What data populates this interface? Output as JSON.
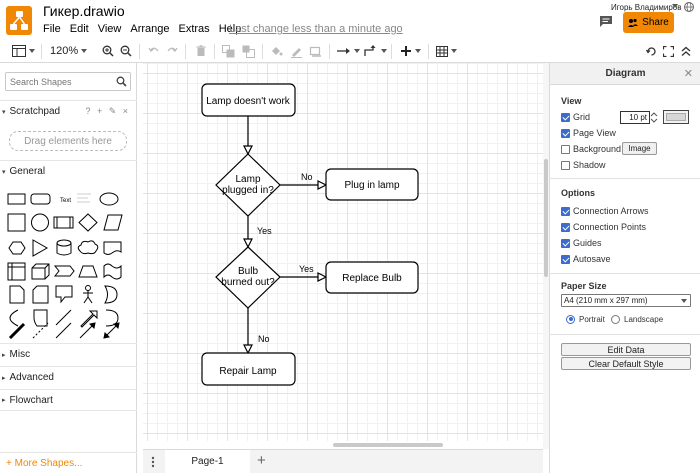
{
  "app": {
    "title": "Гикер.drawio",
    "last_change": "Last change less than a minute ago",
    "user_name": "Игорь Владимиров",
    "share_label": "Share",
    "brand_color": "#f08705"
  },
  "menu": [
    "File",
    "Edit",
    "View",
    "Arrange",
    "Extras",
    "Help"
  ],
  "toolbar": {
    "zoom": "120%",
    "icons": [
      "panel-layout-icon",
      "zoom-in-icon",
      "zoom-out-icon",
      "undo-icon",
      "redo-icon",
      "delete-icon",
      "to-front-icon",
      "to-back-icon",
      "fill-color-icon",
      "line-color-icon",
      "shadow-icon",
      "connection-icon",
      "waypoints-icon",
      "insert-icon",
      "table-icon",
      "reset-view-icon",
      "fullscreen-icon",
      "collapse-icon"
    ]
  },
  "sidebar": {
    "search_placeholder": "Search Shapes",
    "scratchpad_label": "Scratchpad",
    "scratchpad_tools": "? + ✎ ×",
    "drop_hint": "Drag elements here",
    "general_label": "General",
    "shape_text_label": "Text",
    "misc_label": "Misc",
    "advanced_label": "Advanced",
    "flowchart_label": "Flowchart",
    "more_shapes_label": "+ More Shapes..."
  },
  "diagram": {
    "nodes": {
      "lamp_doesnt_work": "Lamp doesn't work",
      "lamp_plugged_in_1": "Lamp",
      "lamp_plugged_in_2": "plugged in?",
      "plug_in_lamp": "Plug in lamp",
      "bulb_burned_out_1": "Bulb",
      "bulb_burned_out_2": "burned out?",
      "replace_bulb": "Replace Bulb",
      "repair_lamp": "Repair Lamp"
    },
    "edge_labels": {
      "no_1": "No",
      "yes_1": "Yes",
      "yes_2": "Yes",
      "no_2": "No"
    }
  },
  "pages": {
    "current": "Page-1"
  },
  "format_panel": {
    "title": "Diagram",
    "view_title": "View",
    "grid_label": "Grid",
    "grid_size": "10 pt",
    "page_view_label": "Page View",
    "background_label": "Background",
    "image_button": "Image",
    "shadow_label": "Shadow",
    "options_title": "Options",
    "connection_arrows_label": "Connection Arrows",
    "connection_points_label": "Connection Points",
    "guides_label": "Guides",
    "autosave_label": "Autosave",
    "paper_size_title": "Paper Size",
    "paper_size_value": "A4 (210 mm x 297 mm)",
    "portrait_label": "Portrait",
    "landscape_label": "Landscape",
    "edit_data_button": "Edit Data",
    "clear_style_button": "Clear Default Style"
  }
}
